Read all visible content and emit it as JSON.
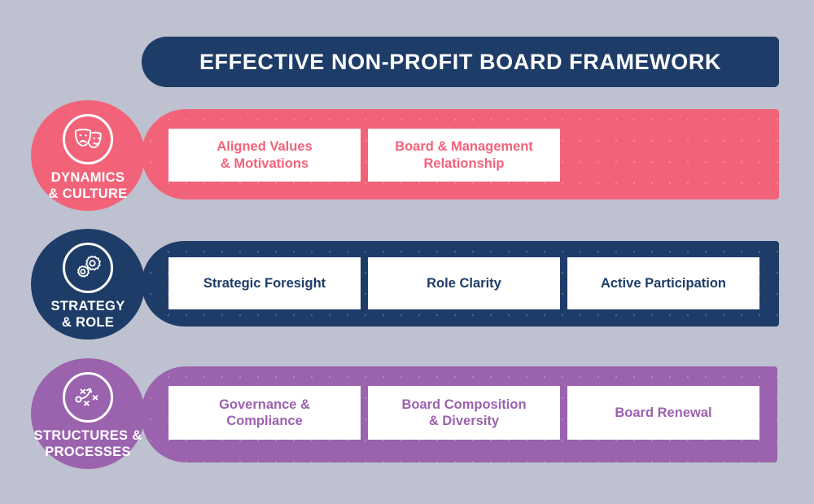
{
  "header": {
    "title": "EFFECTIVE NON-PROFIT BOARD FRAMEWORK"
  },
  "colors": {
    "background": "#bec1cf",
    "navy": "#1e3c68",
    "coral": "#f2637a",
    "purple": "#9b62ae",
    "card_background": "#ffffff"
  },
  "rows": [
    {
      "id": "dynamics",
      "badge_label": "DYNAMICS\n& CULTURE",
      "icon": "theater-masks-icon",
      "color": "#f2637a",
      "cards": [
        {
          "text": "Aligned Values\n& Motivations"
        },
        {
          "text": "Board & Management\nRelationship"
        }
      ]
    },
    {
      "id": "strategy",
      "badge_label": "STRATEGY\n& ROLE",
      "icon": "gears-icon",
      "color": "#1e3c68",
      "cards": [
        {
          "text": "Strategic Foresight"
        },
        {
          "text": "Role Clarity"
        },
        {
          "text": "Active Participation"
        }
      ]
    },
    {
      "id": "structures",
      "badge_label": "STRUCTURES &\nPROCESSES",
      "icon": "strategy-playbook-icon",
      "color": "#9b62ae",
      "cards": [
        {
          "text": "Governance &\nCompliance"
        },
        {
          "text": "Board Composition\n& Diversity"
        },
        {
          "text": "Board Renewal"
        }
      ]
    }
  ]
}
